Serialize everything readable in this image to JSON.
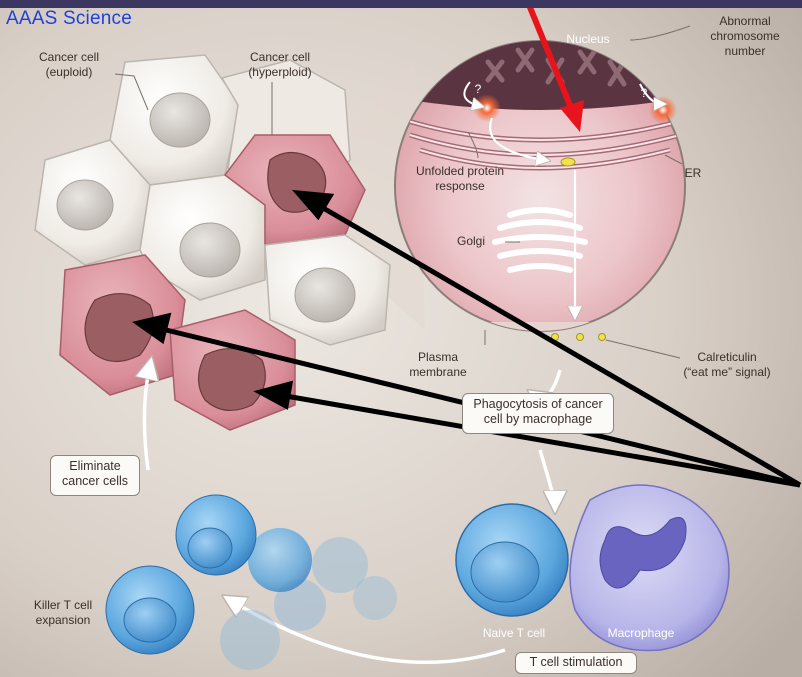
{
  "source": "AAAS Science",
  "labels": {
    "euploid": [
      "Cancer cell",
      "(euploid)"
    ],
    "hyperploid": [
      "Cancer cell",
      "(hyperploid)"
    ],
    "nucleus": "Nucleus",
    "abnormal": [
      "Abnormal",
      "chromosome",
      "number"
    ],
    "upr": [
      "Unfolded protein",
      "response"
    ],
    "er": "ER",
    "golgi": "Golgi",
    "plasma": [
      "Plasma",
      "membrane"
    ],
    "calreticulin": [
      "Calreticulin",
      "(“eat me” signal)"
    ],
    "phago": [
      "Phagocytosis of cancer",
      "cell by macrophage"
    ],
    "eliminate": [
      "Eliminate",
      "cancer cells"
    ],
    "killer": [
      "Killer T cell",
      "expansion"
    ],
    "naive": "Naive T cell",
    "macrophage": "Macrophage",
    "tcell_stim": "T cell stimulation",
    "question": "?"
  },
  "colors": {
    "background": "#d9d0c8",
    "pink_cell": "#d98e99",
    "white_cell": "#f1ede6",
    "tcell_blue": "#5aa6de",
    "macrophage": "#b7b5e8",
    "red_arrow": "#e8141c",
    "black_arrow": "#000000",
    "source_text": "#2040d8"
  }
}
